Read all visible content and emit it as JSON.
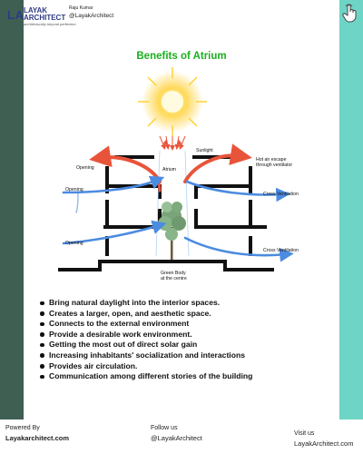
{
  "header": {
    "logo_mark": "LA",
    "logo_brand_line1": "LAYAK",
    "logo_brand_line2": "ARCHITECT",
    "logo_tagline": "architecturally beyond perfection",
    "author_name": "Raju Kumar",
    "author_handle": "@LayakArchitect",
    "tap_icon": "hand-tap-icon"
  },
  "title": "Benefits of Atrium",
  "diagram": {
    "labels": {
      "sunlight": "Sunlight",
      "atrium": "Atrium",
      "hot_air_line1": "Hot air escape",
      "hot_air_line2": "through ventilator",
      "opening_top": "Opening",
      "opening_mid": "Opening",
      "opening_low": "Opening",
      "cross_vent_top": "Cross Ventilation",
      "cross_vent_low": "Cross Ventilation",
      "green_line1": "Green Body",
      "green_line2": "at the centre"
    },
    "colors": {
      "warm_arrow": "#e8543a",
      "cool_arrow": "#4b8be0",
      "sun": "#ffd23c",
      "structure": "#111111"
    }
  },
  "benefits": [
    "Bring natural daylight into the interior spaces.",
    "Creates a larger, open, and aesthetic space.",
    "Connects to the external environment",
    "Provide a desirable work environment.",
    "Getting the most out of direct solar gain",
    "Increasing inhabitants' socialization and interactions",
    "Provides air circulation.",
    "Communication among different stories of the building"
  ],
  "footer": {
    "powered_label": "Powered By",
    "powered_value": "Layakarchitect.com",
    "follow_label": "Follow us",
    "follow_value": "@LayakArchitect",
    "visit_label": "Visit us",
    "visit_value": "LayakArchitect.com"
  },
  "colors": {
    "left_band": "#3f5f53",
    "right_band": "#6dd4c6",
    "title": "#19b01e",
    "logo": "#2e3a86"
  }
}
